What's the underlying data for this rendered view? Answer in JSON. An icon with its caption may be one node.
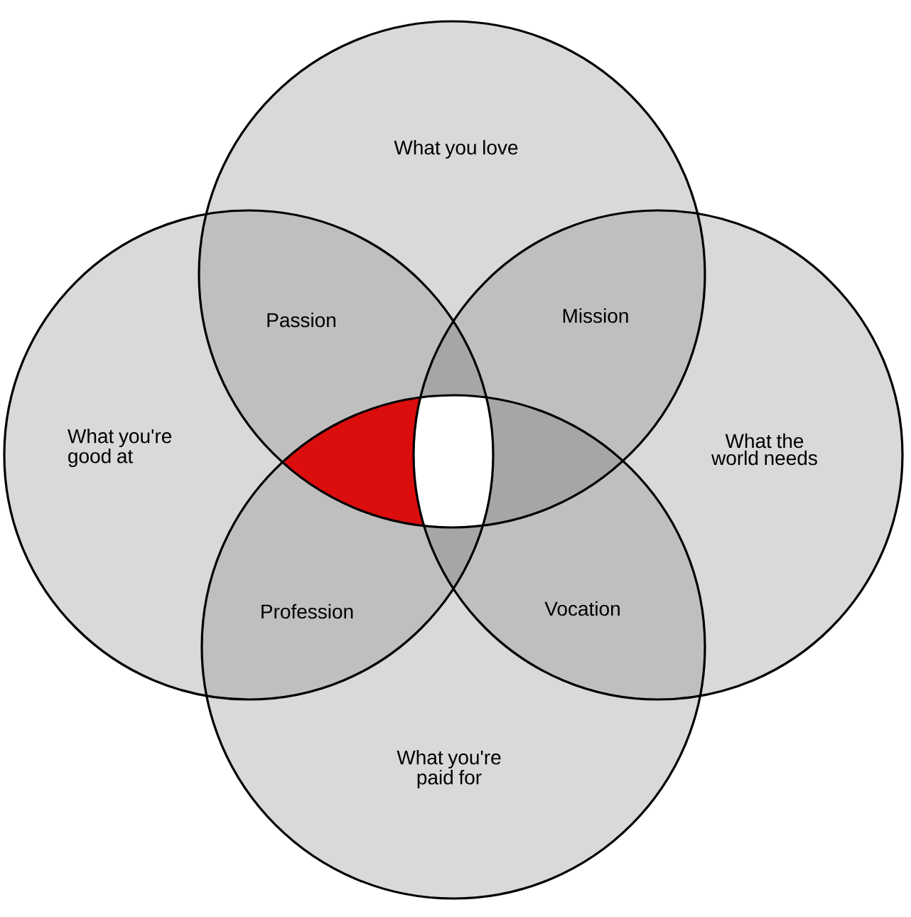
{
  "diagram": {
    "nodes": [
      {
        "text": [
          "What you love"
        ]
      },
      {
        "text": [
          "What you're good at"
        ]
      },
      {
        "text": [
          "What the world needs"
        ]
      },
      {
        "text": [
          "What you're paid for"
        ]
      }
    ],
    "labels": [
      "Passion",
      "Mission",
      "Profession",
      "Vocation"
    ]
  }
}
